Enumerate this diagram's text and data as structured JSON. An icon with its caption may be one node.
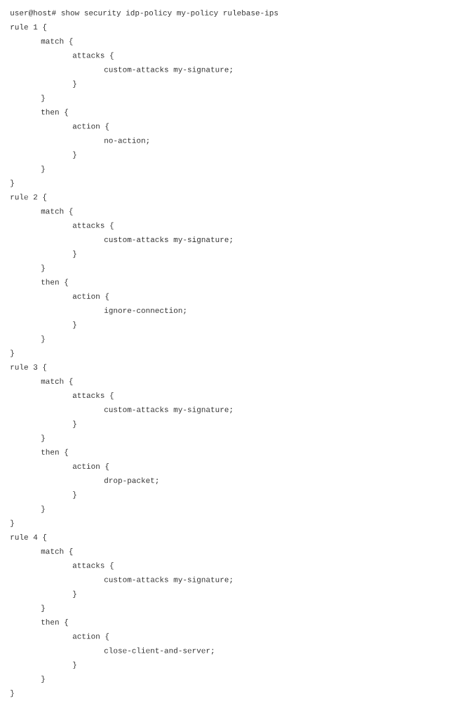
{
  "diagram": {
    "labels": [
      "user@host# show security idp-policy my-policy rulebase-ips",
      "rule 1 {",
      "match {",
      "attacks {",
      "custom-attacks my-signature;",
      "}",
      "}",
      "then {",
      "action {",
      "no-action;",
      "}",
      "}",
      "}",
      "rule 2 {",
      "match {",
      "attacks {",
      "custom-attacks my-signature;",
      "}",
      "}",
      "then {",
      "action {",
      "ignore-connection;",
      "}",
      "}",
      "}",
      "rule 3 {",
      "match {",
      "attacks {",
      "custom-attacks my-signature;",
      "}",
      "}",
      "then {",
      "action {",
      "drop-packet;",
      "}",
      "}",
      "}",
      "rule 4 {",
      "match {",
      "attacks {",
      "custom-attacks my-signature;",
      "}",
      "}",
      "then {",
      "action {",
      "close-client-and-server;",
      "}",
      "}",
      "}"
    ]
  }
}
